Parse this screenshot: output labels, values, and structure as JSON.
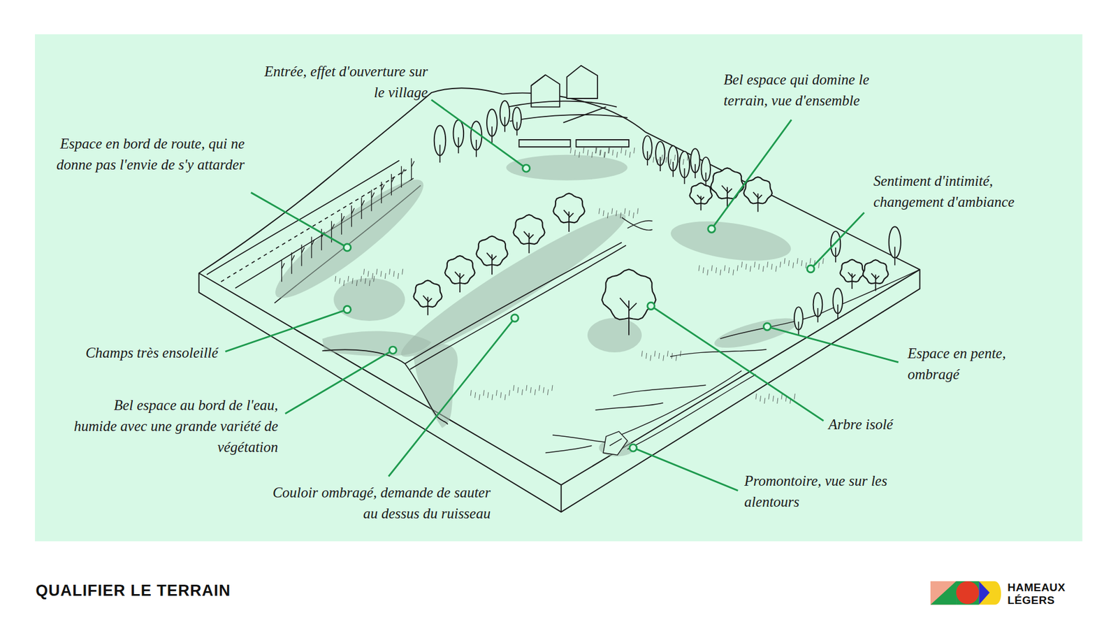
{
  "diagram": {
    "title": "QUALIFIER LE TERRAIN",
    "labels": [
      "Entrée, effet d'ouverture sur le village",
      "Espace en bord de route, qui ne donne pas l'envie de s'y attarder",
      "Champs très ensoleillé",
      "Bel espace au bord de l'eau, humide avec une grande variété de végétation",
      "Couloir ombragé, demande de sauter au dessus du ruisseau",
      "Bel espace qui domine le terrain, vue d'ensemble",
      "Sentiment d'intimité, changement d'ambiance",
      "Espace en pente, ombragé",
      "Arbre isolé",
      "Promontoire, vue sur les alentours",
      "HAMEAUX LÉGERS"
    ]
  }
}
